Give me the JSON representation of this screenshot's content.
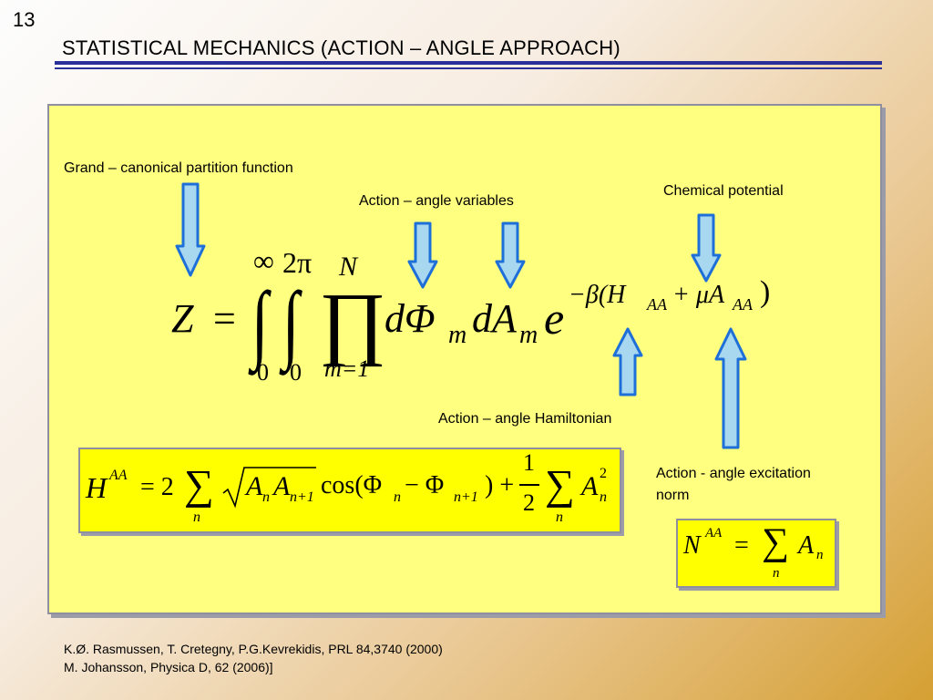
{
  "slide": {
    "number": "13",
    "title": "STATISTICAL MECHANICS (ACTION – ANGLE APPROACH)"
  },
  "labels": {
    "partition_function": "Grand – canonical  partition function",
    "action_angle_variables": "Action – angle variables",
    "chemical_potential": "Chemical potential",
    "hamiltonian": "Action – angle Hamiltonian",
    "excitation_norm_line1": "Action -  angle excitation",
    "excitation_norm_line2": "norm"
  },
  "main_formula": {
    "lhs": "Z",
    "equals": "=",
    "int1_upper": "∞",
    "int1_lower": "0",
    "int2_upper": "2π",
    "int2_lower": "0",
    "prod_upper": "N",
    "prod_lower": "m=1",
    "integral_sign": "∫",
    "product_sign": "∏",
    "differentials": "dΦ",
    "sub_m1": "m",
    "dA": "dA",
    "sub_m2": "m",
    "exp_base": "e",
    "exponent": "−β(H",
    "exp_sub_aa1": "AA",
    "exp_mid": " + μA",
    "exp_sub_aa2": "AA",
    "exp_close": ")"
  },
  "hamiltonian_formula": {
    "H": "H",
    "sup_AA": "AA",
    "eq_two": "= 2",
    "sum": "∑",
    "sum_sub": "n",
    "sqrt_body": "A",
    "sub_n": "n",
    "A2": "A",
    "sub_n1": "n+1",
    "cos": "cos(Φ",
    "cos_sub_n": "n",
    "minus_phi": " − Φ",
    "cos_sub_n1": "n+1",
    "close_plus": ") +",
    "frac_num": "1",
    "frac_den": "2",
    "sum2": "∑",
    "sum2_sub": "n",
    "A3": "A",
    "A3_sup": "2",
    "A3_sub": "n"
  },
  "norm_formula": {
    "N": "N",
    "sup_AA": "AA",
    "eq": "=",
    "sum": "∑",
    "sum_sub": "n",
    "A": "A",
    "sub_n": "n"
  },
  "references": {
    "line1": "K.Ø. Rasmussen, T. Cretegny, P.G.Kevrekidis, PRL 84,3740 (2000)",
    "line2": "M. Johansson, Physica D, 62 (2006)]"
  },
  "colors": {
    "title_rule": "#2b2f9a",
    "panel_fill": "#ffff80",
    "box_fill": "#ffff00",
    "arrow_fill": "#a8d8f0",
    "arrow_stroke": "#1e6fd8"
  }
}
